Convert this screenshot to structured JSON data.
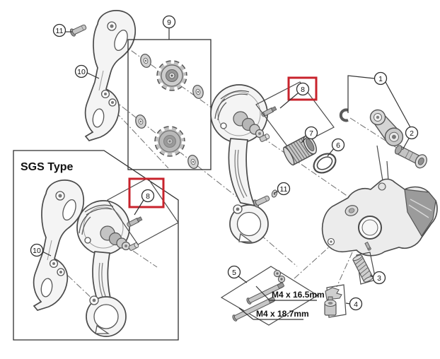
{
  "labels": {
    "sgs_type": "SGS Type",
    "m4_16_5": "M4 x 16.5mm",
    "m4_18_7": "M4 x 18.7mm"
  },
  "callouts": {
    "c1": "1",
    "c2": "2",
    "c3": "3",
    "c4": "4",
    "c5": "5",
    "c6": "6",
    "c7": "7",
    "c8_main": "8",
    "c8_sgs": "8",
    "c9": "9",
    "c10_top": "10",
    "c10_sgs": "10",
    "c11_top": "11",
    "c11_mid": "11"
  },
  "highlight": {
    "highlighted_callout": "8",
    "color": "#c8232c"
  }
}
